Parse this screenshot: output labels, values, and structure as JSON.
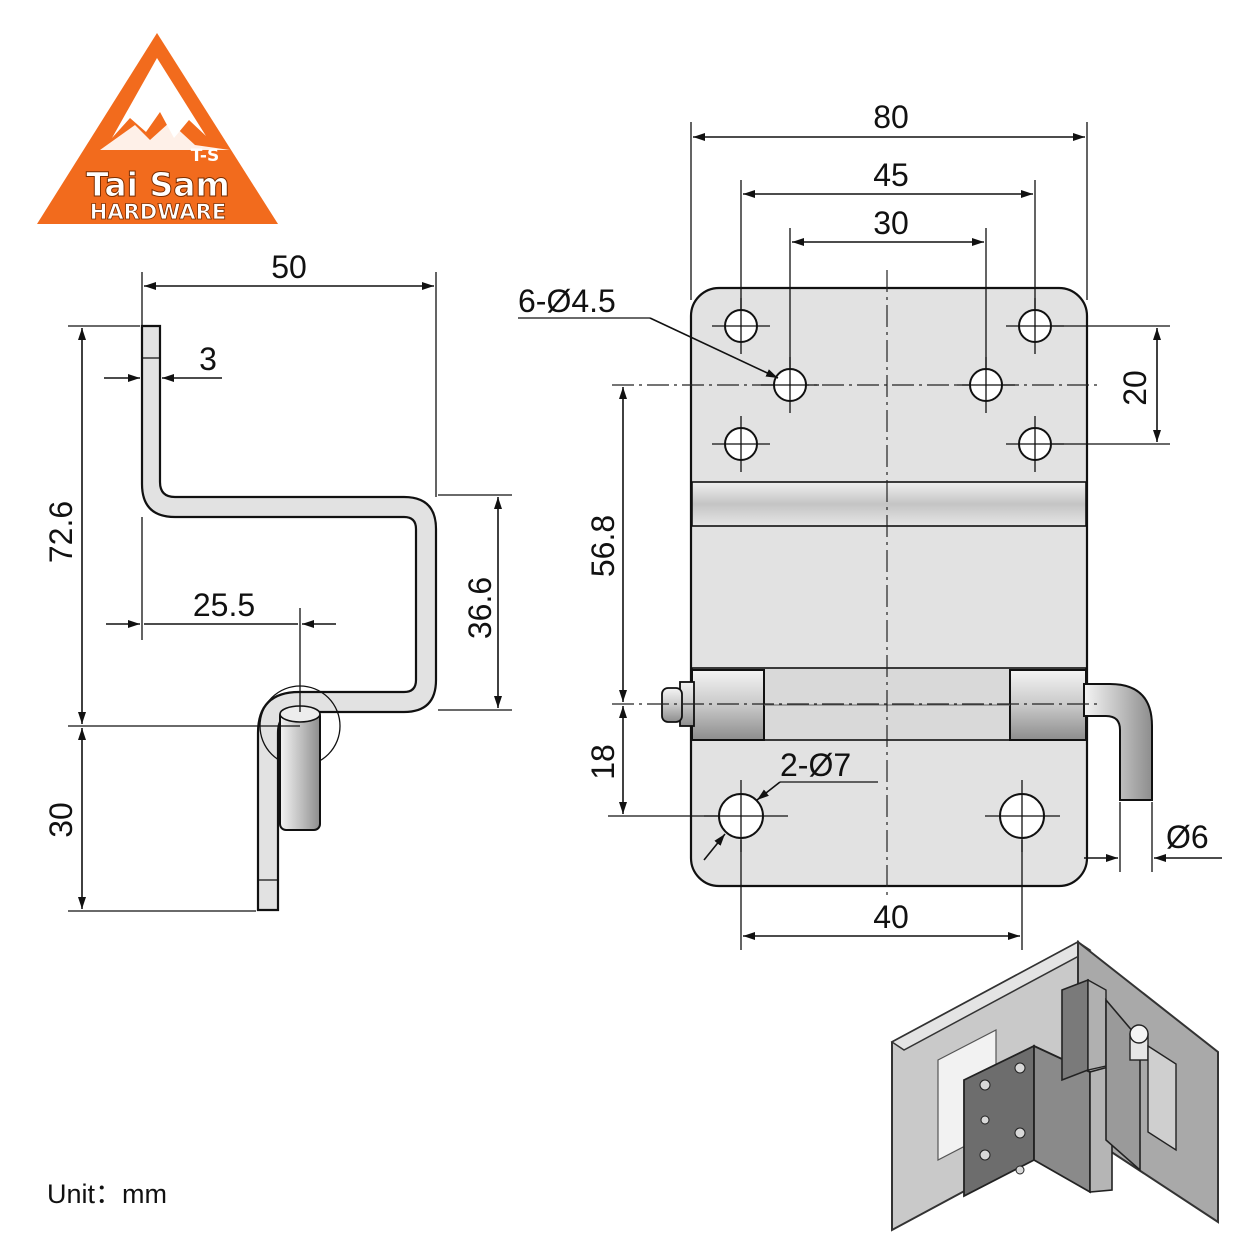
{
  "logo": {
    "brand_top": "T-S",
    "brand_name": "Tai Sam",
    "brand_sub": "HARDWARE",
    "colors": {
      "orange": "#f26b1d",
      "white": "#ffffff"
    }
  },
  "side_view": {
    "dims": {
      "width": "50",
      "thickness": "3",
      "total_height": "72.6",
      "offset_height": "36.6",
      "pin_offset": "25.5",
      "lower_height": "30"
    }
  },
  "front_view": {
    "dims": {
      "overall_width": "80",
      "outer_hole_spacing": "45",
      "inner_hole_spacing": "30",
      "upper_hole_note": "6-Ø4.5",
      "vertical_hole_spacing": "20",
      "hinge_axis_distance": "56.8",
      "lower_hole_distance": "18",
      "lower_hole_note": "2-Ø7",
      "lower_hole_spacing": "40",
      "pin_diameter": "Ø6"
    }
  },
  "footer": {
    "unit_label": "Unit：mm"
  },
  "colors": {
    "line": "#111111",
    "part_fill": "#e2e2e2",
    "background": "#ffffff"
  }
}
